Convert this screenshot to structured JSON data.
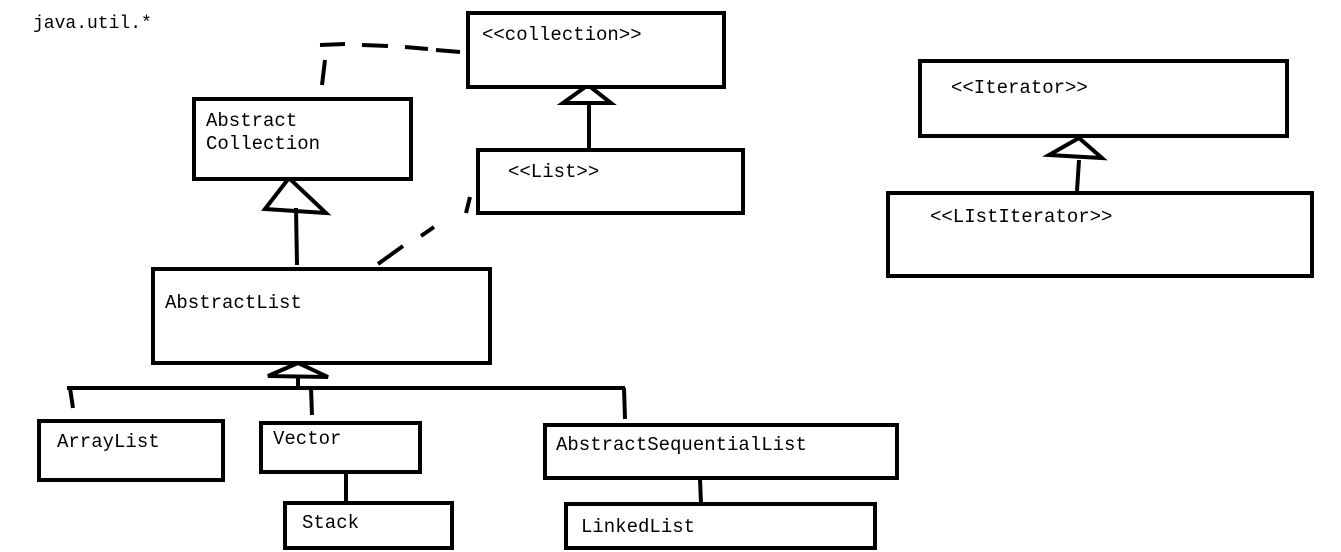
{
  "package_label": "java.util.*",
  "nodes": {
    "collection": "<<collection>>",
    "abstract_collection_line1": "Abstract",
    "abstract_collection_line2": "Collection",
    "list": "<<List>>",
    "abstract_list": "AbstractList",
    "iterator": "<<Iterator>>",
    "list_iterator": "<<LIstIterator>>",
    "array_list": "ArrayList",
    "vector": "Vector",
    "stack": "Stack",
    "abstract_sequential_list": "AbstractSequentialList",
    "linked_list": "LinkedList"
  },
  "colors": {
    "stroke": "#000000",
    "background": "#ffffff"
  }
}
